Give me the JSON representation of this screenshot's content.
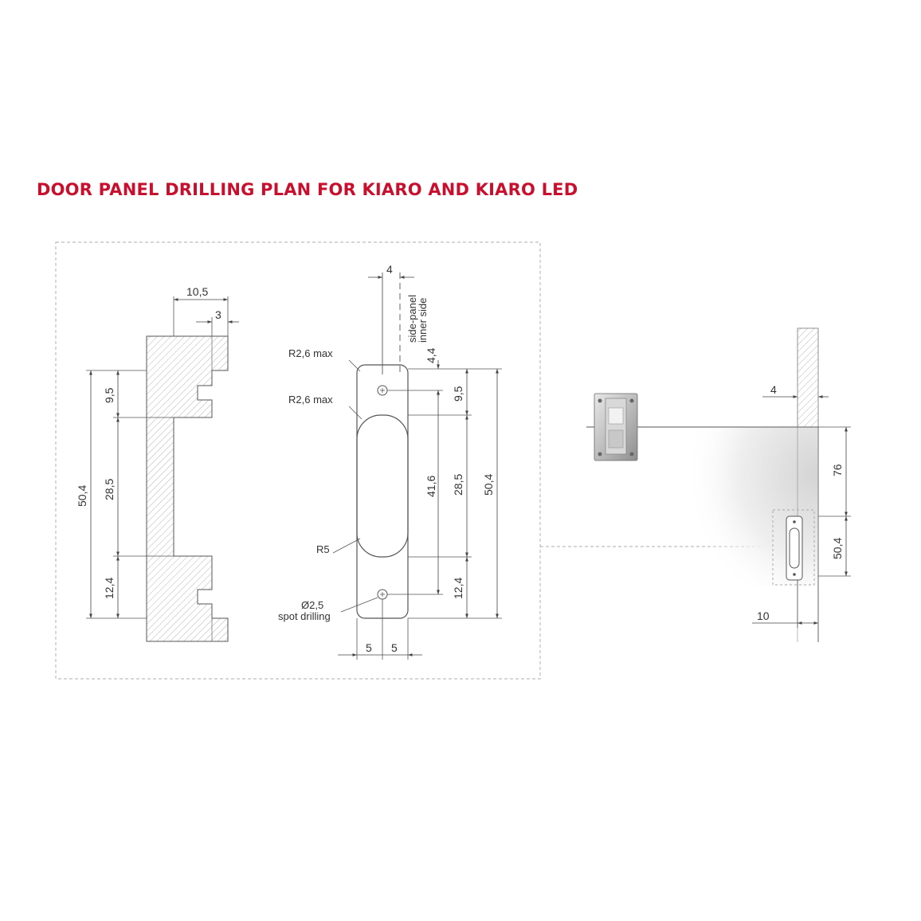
{
  "title": "DOOR PANEL DRILLING PLAN FOR KIARO AND KIARO LED",
  "colors": {
    "title": "#c8102e",
    "line": "#555555",
    "hatch": "#b0b0b0",
    "frame": "#bdbdbd"
  },
  "section_view": {
    "dims": {
      "width_total": "10,5",
      "width_groove": "3",
      "top": "9,5",
      "middle": "28,5",
      "bottom": "12,4",
      "height_total": "50,4"
    }
  },
  "front_view": {
    "dims": {
      "offset_side": "4",
      "top_hole": "4,4",
      "top": "9,5",
      "hole_span": "41,6",
      "middle": "28,5",
      "height_total": "50,4",
      "bottom": "12,4",
      "half_left": "5",
      "half_right": "5"
    },
    "labels": {
      "side_panel_line1": "side-panel",
      "side_panel_line2": "inner side",
      "radius_top": "R2,6 max",
      "radius_slot": "R2,6 max",
      "radius_bottom": "R5",
      "hole_diameter": "Ø2,5",
      "hole_note": "spot drilling"
    }
  },
  "installation_view": {
    "dims": {
      "edge_offset": "4",
      "vertical_offset": "76",
      "plate_height": "50,4",
      "horizontal_offset": "10"
    }
  }
}
